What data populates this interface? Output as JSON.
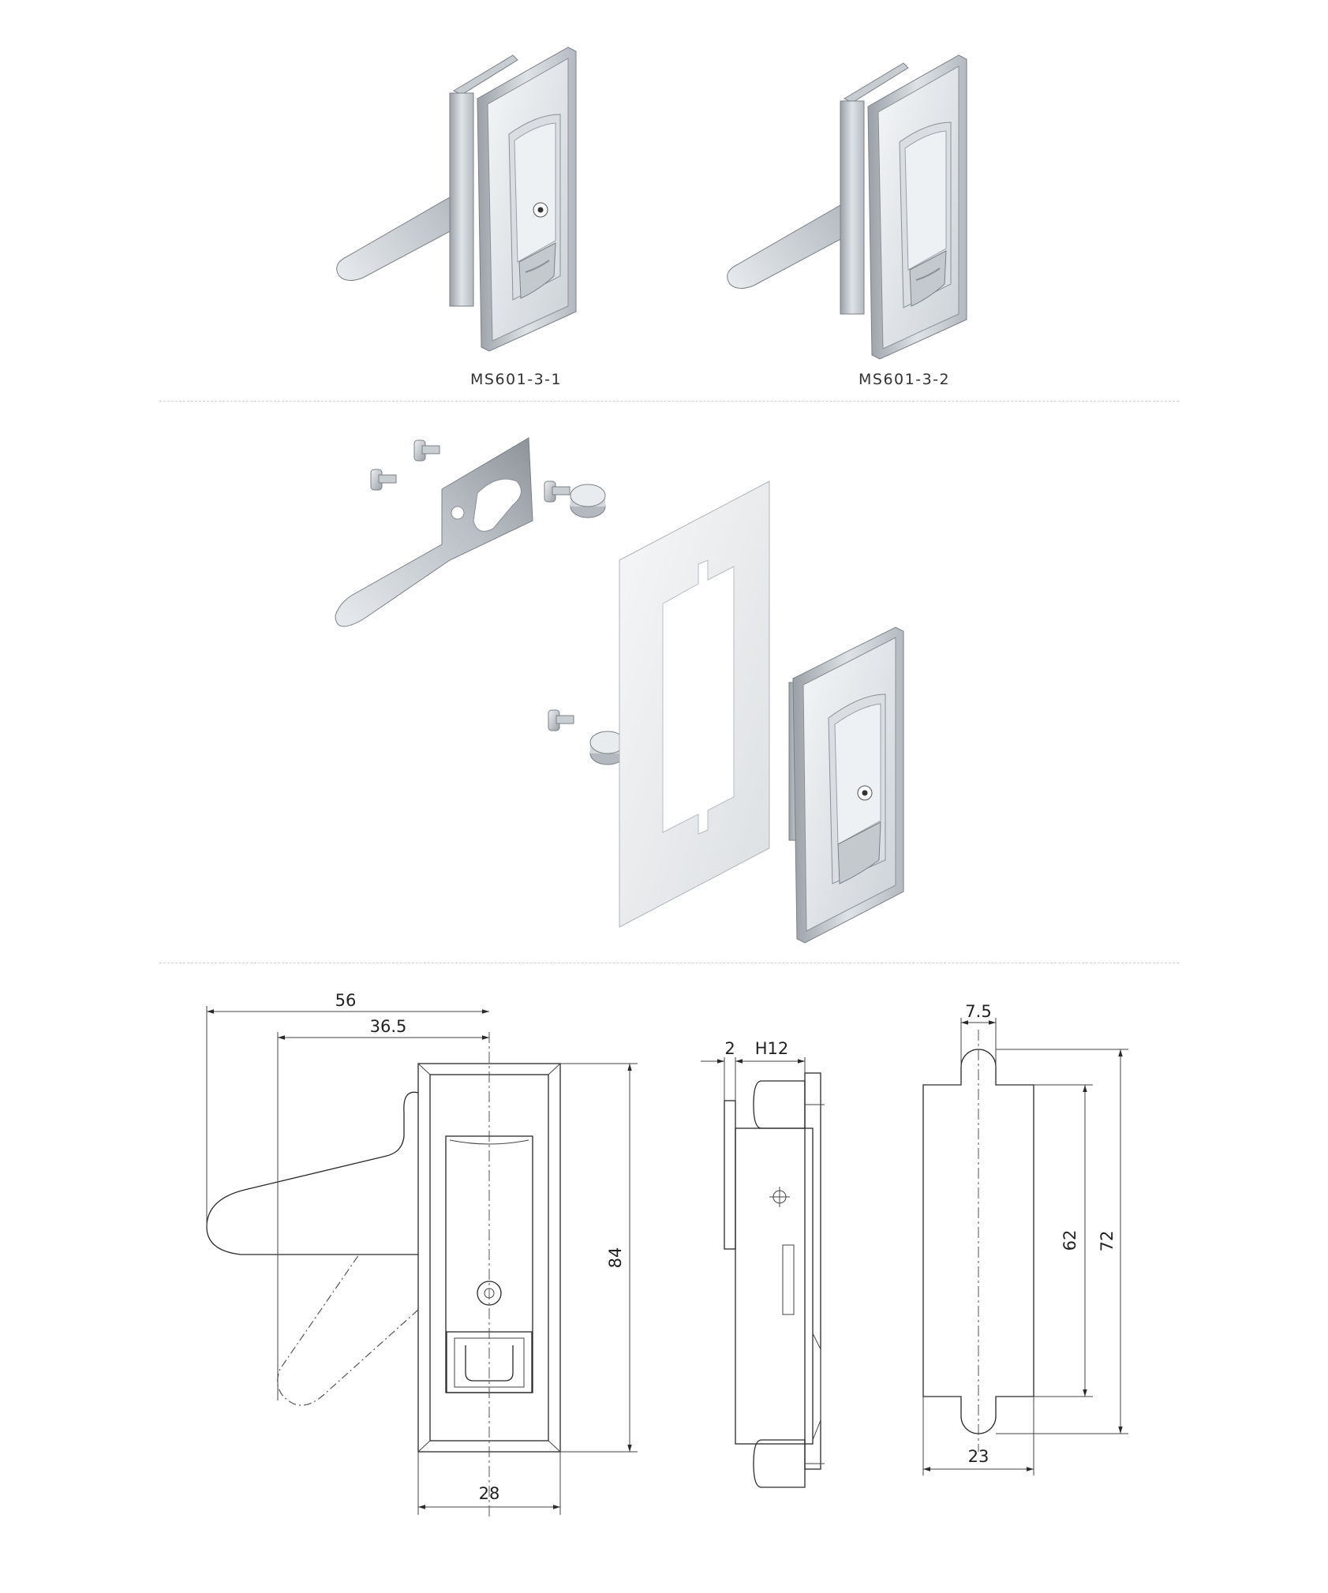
{
  "products": {
    "variant_1": {
      "label": "MS601-3-1"
    },
    "variant_2": {
      "label": "MS601-3-2"
    }
  },
  "drawing": {
    "front_view": {
      "dim_56": "56",
      "dim_36_5": "36.5",
      "dim_84": "84",
      "dim_28": "28"
    },
    "side_view": {
      "dim_2": "2",
      "dim_h12": "H12"
    },
    "cutout_view": {
      "dim_7_5": "7.5",
      "dim_62": "62",
      "dim_72": "72",
      "dim_23": "23"
    }
  },
  "colors": {
    "metal_light": "#e6e9ec",
    "metal_mid": "#bcc2c8",
    "metal_dark": "#8a9097",
    "line": "#2a2a2a"
  }
}
